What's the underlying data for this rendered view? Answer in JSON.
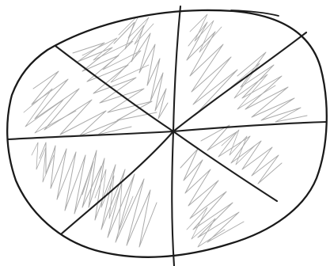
{
  "drawing": {
    "subject": "hand-drawn-oval-divided-into-eight-shaded-sectors",
    "sector_count": 8,
    "shading": "pencil-scribble-hatching",
    "colors": {
      "background": "#ffffff",
      "outline": "#1a1a1a",
      "divider": "#1f1f1f",
      "shade": "#8e8e8e"
    }
  }
}
